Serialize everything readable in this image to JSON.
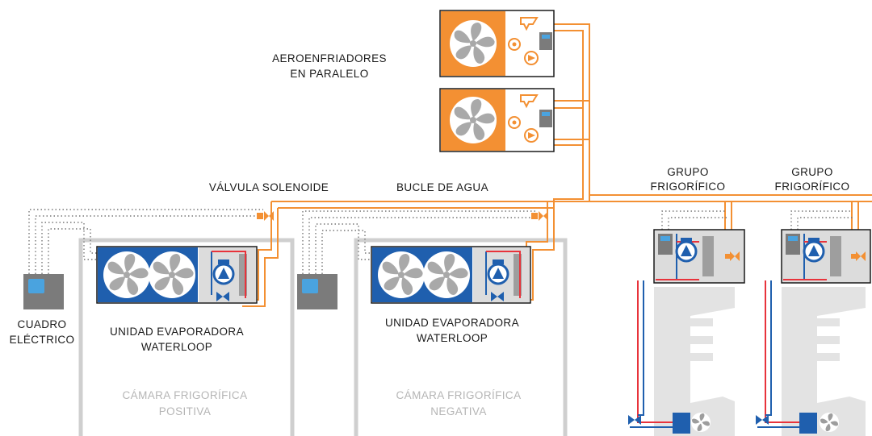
{
  "labels": {
    "aeroenfriadores_line1": "AEROENFRIADORES",
    "aeroenfriadores_line2": "EN PARALELO",
    "valvula_solenoide": "VÁLVULA SOLENOIDE",
    "bucle_de_agua": "BUCLE DE AGUA",
    "grupo_1_line1": "GRUPO",
    "grupo_1_line2": "FRIGORÍFICO",
    "grupo_2_line1": "GRUPO",
    "grupo_2_line2": "FRIGORÍFICO",
    "cuadro_line1": "CUADRO",
    "cuadro_line2": "ELÉCTRICO",
    "unidad_1_line1": "UNIDAD EVAPORADORA",
    "unidad_1_line2": "WATERLOOP",
    "unidad_2_line1": "UNIDAD EVAPORADORA",
    "unidad_2_line2": "WATERLOOP",
    "camara_positiva_line1": "CÁMARA FRIGORÍFICA",
    "camara_positiva_line2": "POSITIVA",
    "camara_negativa_line1": "CÁMARA FRIGORÍFICA",
    "camara_negativa_line2": "NEGATIVA"
  },
  "colors": {
    "orange": "#f39033",
    "blue": "#1f5fae",
    "light_blue": "#4aa3df",
    "red": "#e8333b",
    "gray": "#7b7b7b",
    "light_gray": "#d6d6d6",
    "room_gray": "#cfcfcf"
  },
  "icons": [
    "fan-icon",
    "pump-icon",
    "valve-icon",
    "controller-icon",
    "electrical-panel-icon",
    "compressor-icon"
  ]
}
